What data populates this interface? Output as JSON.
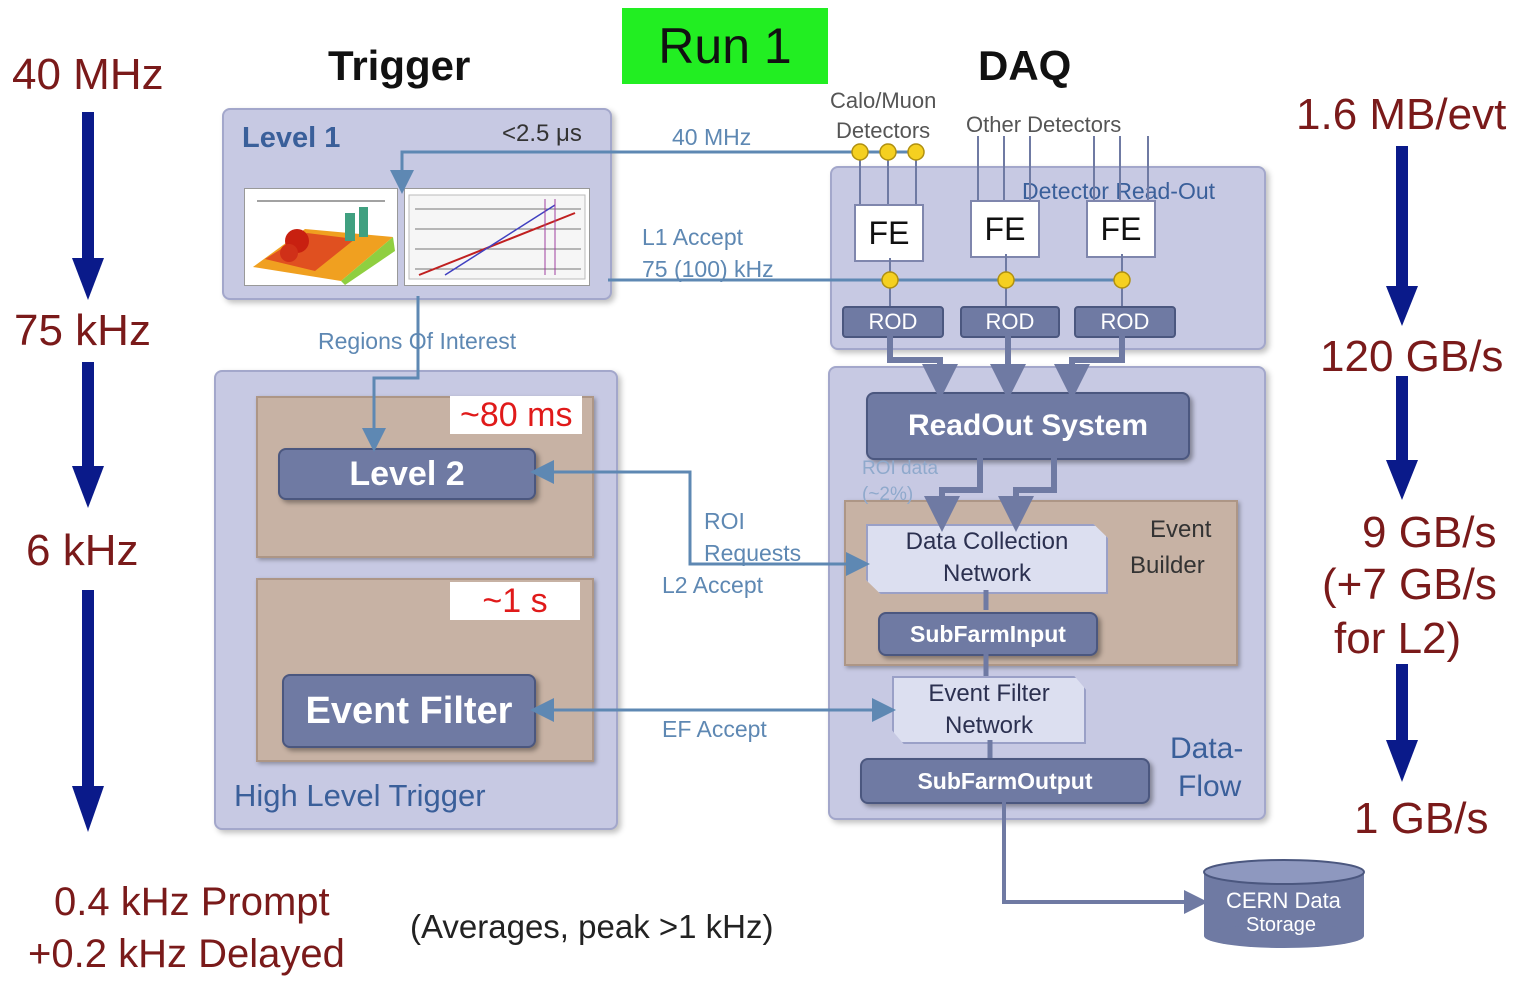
{
  "title": "Run 1",
  "headings": {
    "trigger": "Trigger",
    "daq": "DAQ"
  },
  "left_rates": [
    "40 MHz",
    "75 kHz",
    "6 kHz"
  ],
  "bottom_output": {
    "prompt": "0.4 kHz Prompt",
    "delayed": "+0.2 kHz Delayed",
    "note": "(Averages, peak >1 kHz)"
  },
  "right_rates": [
    "1.6 MB/evt",
    "120 GB/s",
    "9 GB/s",
    "(+7 GB/s",
    "for L2)",
    "1 GB/s"
  ],
  "level1": {
    "title": "Level 1",
    "latency": "<2.5 μs"
  },
  "flow_labels": {
    "mhz40": "40 MHz",
    "l1_accept_1": "L1 Accept",
    "l1_accept_2": "75 (100) kHz",
    "roi": "Regions Of Interest",
    "roi_requests_1": "ROI",
    "roi_requests_2": "Requests",
    "l2_accept": "L2 Accept",
    "ef_accept": "EF Accept",
    "roi_data_1": "ROI data",
    "roi_data_2": "(~2%)"
  },
  "detectors": {
    "calo_1": "Calo/Muon",
    "calo_2": "Detectors",
    "other": "Other Detectors"
  },
  "readout": {
    "title": "Detector Read-Out",
    "fe": [
      "FE",
      "FE",
      "FE"
    ],
    "rod": [
      "ROD",
      "ROD",
      "ROD"
    ]
  },
  "hlt": {
    "level2": "Level 2",
    "level2_time": "~80 ms",
    "event_filter": "Event Filter",
    "ef_time": "~1 s",
    "label": "High Level Trigger"
  },
  "dataflow": {
    "ros": "ReadOut System",
    "dcn_1": "Data Collection",
    "dcn_2": "Network",
    "eb_1": "Event",
    "eb_2": "Builder",
    "sfi": "SubFarmInput",
    "efn_1": "Event Filter",
    "efn_2": "Network",
    "sfo": "SubFarmOutput",
    "label_1": "Data-",
    "label_2": "Flow"
  },
  "storage": {
    "line1": "CERN Data",
    "line2": "Storage"
  },
  "colors": {
    "title_bg": "#22ee22",
    "rate_text": "#7a1a1a",
    "arrow": "#0a1a8a",
    "flow": "#5e88b3"
  }
}
